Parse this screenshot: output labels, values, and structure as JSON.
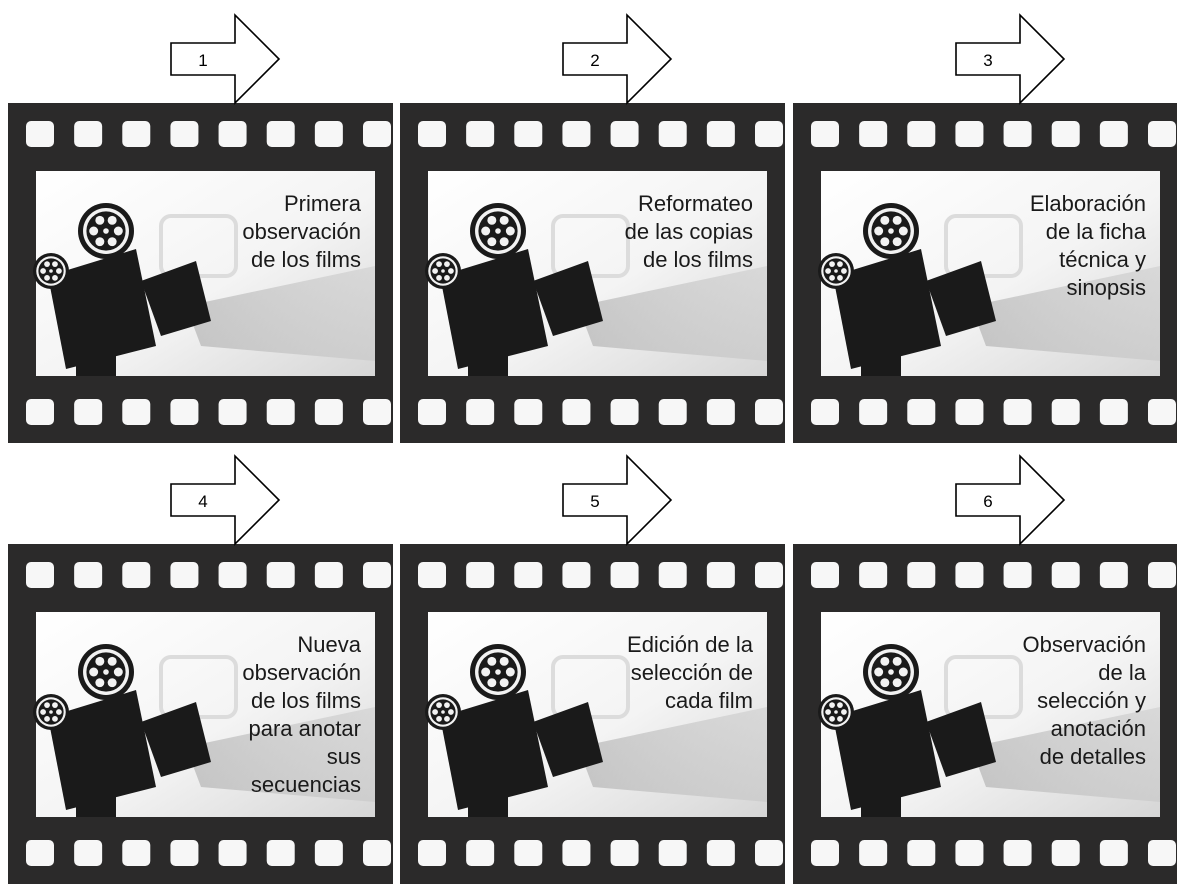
{
  "steps": [
    {
      "number": "1",
      "lines": [
        "Primera",
        "observación",
        "de los films"
      ]
    },
    {
      "number": "2",
      "lines": [
        "Reformateo",
        "de las copias",
        "de los films"
      ]
    },
    {
      "number": "3",
      "lines": [
        "Elaboración",
        "de la ficha",
        "técnica y",
        "sinopsis"
      ]
    },
    {
      "number": "4",
      "lines": [
        "Nueva",
        "observación",
        "de los films",
        "para anotar",
        "sus",
        "secuencias"
      ]
    },
    {
      "number": "5",
      "lines": [
        "Edición de la",
        "selección de",
        "cada film"
      ]
    },
    {
      "number": "6",
      "lines": [
        "Observación",
        "de la",
        "selección y",
        "anotación",
        "de detalles"
      ]
    }
  ],
  "icons": {
    "arrow": "right-block-arrow-icon",
    "film_frame": "film-strip-icon",
    "projector": "film-projector-icon",
    "reel": "film-reel-icon"
  },
  "colors": {
    "film_dark": "#2b2a2a",
    "sprocket_hole": "#f7f7f7",
    "frame_light": "#f2f2f2",
    "frame_shadow": "#c8c8c8",
    "projector": "#1a1a1a",
    "arrow_outline": "#000000",
    "arrow_fill": "#ffffff"
  }
}
